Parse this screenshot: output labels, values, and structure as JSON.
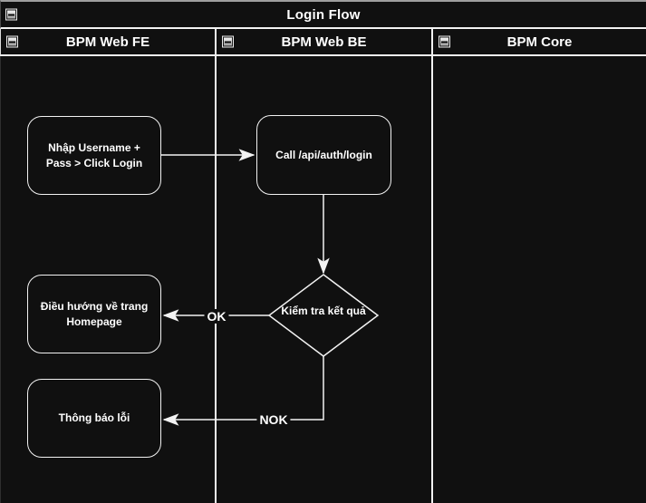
{
  "pool": {
    "title": "Login Flow"
  },
  "lanes": [
    {
      "label": "BPM Web FE"
    },
    {
      "label": "BPM Web BE"
    },
    {
      "label": "BPM Core"
    }
  ],
  "nodes": {
    "input_login": {
      "label": "Nhập Username + Pass > Click Login",
      "type": "rounded-rect",
      "lane": "BPM Web FE"
    },
    "call_api": {
      "label": "Call /api/auth/login",
      "type": "rounded-rect",
      "lane": "BPM Web BE"
    },
    "check_result": {
      "label": "Kiểm tra kết quả",
      "type": "decision",
      "lane": "BPM Web BE"
    },
    "redirect_home": {
      "label": "Điều hướng về trang Homepage",
      "type": "rounded-rect",
      "lane": "BPM Web FE"
    },
    "show_error": {
      "label": "Thông báo lỗi",
      "type": "rounded-rect",
      "lane": "BPM Web FE"
    }
  },
  "edges": [
    {
      "from": "input_login",
      "to": "call_api",
      "label": ""
    },
    {
      "from": "call_api",
      "to": "check_result",
      "label": ""
    },
    {
      "from": "check_result",
      "to": "redirect_home",
      "label": "OK"
    },
    {
      "from": "check_result",
      "to": "show_error",
      "label": "NOK"
    }
  ],
  "icons": {
    "collapse": "minus-icon"
  },
  "colors": {
    "canvas": "#101010",
    "stroke": "#f2f2f2",
    "text": "#ffffff",
    "pool_top_border": "#9e9e9e"
  }
}
